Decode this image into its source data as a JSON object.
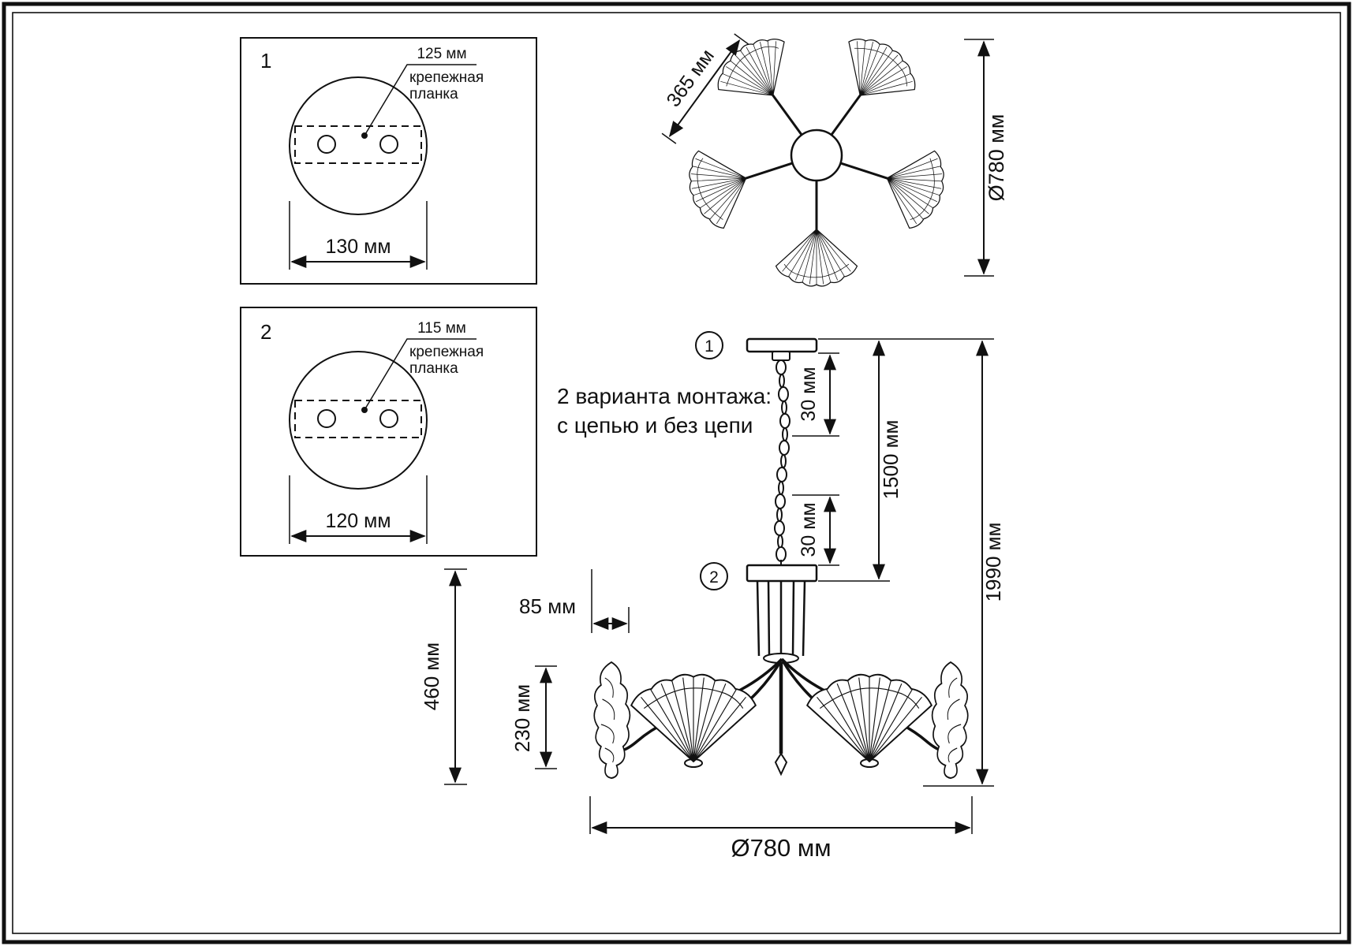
{
  "plate1": {
    "index": "1",
    "top_dim": "125 мм",
    "bracket_line1": "крепежная",
    "bracket_line2": "планка",
    "width_dim": "130 мм"
  },
  "plate2": {
    "index": "2",
    "top_dim": "115 мм",
    "bracket_line1": "крепежная",
    "bracket_line2": "планка",
    "width_dim": "120 мм"
  },
  "top_view": {
    "arm_dim": "365 мм",
    "diameter_dim": "Ø780 мм"
  },
  "side_view": {
    "marker1": "1",
    "marker2": "2",
    "note_line1": "2 варианта монтажа:",
    "note_line2": "с цепью и без цепи",
    "chain_top_dim": "30 мм",
    "chain_bottom_dim": "30 мм",
    "suspension_dim": "1500 мм",
    "total_height_dim": "1990 мм",
    "hub_dim": "85 мм",
    "body_height_dim": "460 мм",
    "shade_height_dim": "230 мм",
    "diameter_dim": "Ø780 мм"
  }
}
